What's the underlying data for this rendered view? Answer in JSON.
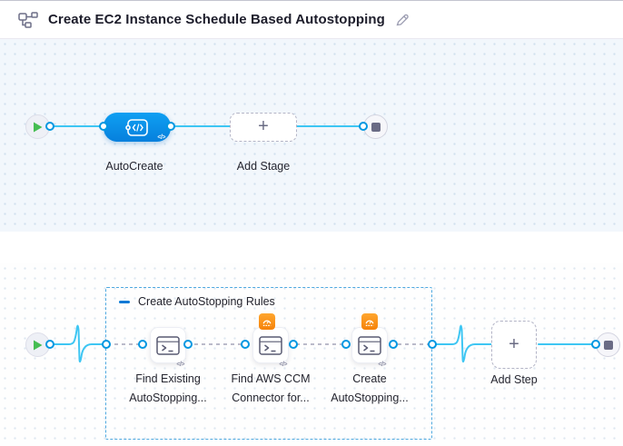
{
  "header": {
    "title": "Create EC2 Instance Schedule Based Autostopping"
  },
  "stage_canvas": {
    "stage_label": "AutoCreate",
    "add_stage_label": "Add Stage",
    "plus": "+",
    "code_glyph": "</>"
  },
  "step_canvas": {
    "group_label": "Create AutoStopping Rules",
    "steps": [
      {
        "line1": "Find Existing",
        "line2": "AutoStopping..."
      },
      {
        "line1": "Find AWS CCM",
        "line2": "Connector for..."
      },
      {
        "line1": "Create",
        "line2": "AutoStopping..."
      }
    ],
    "add_step_label": "Add Step",
    "plus": "+",
    "code_glyph": "</>"
  },
  "colors": {
    "accent_blue": "#0278d5",
    "connector_blue": "#3ec6f3",
    "badge_orange": "#f5820a",
    "play_green": "#46bd52",
    "stage_blue": "#0985e4"
  }
}
